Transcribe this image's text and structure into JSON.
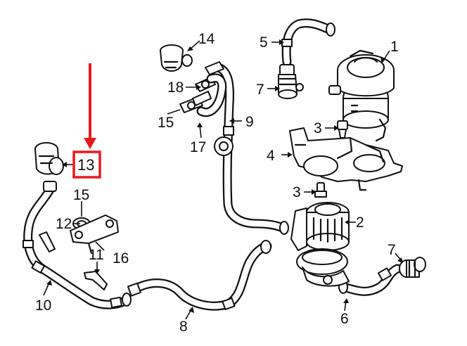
{
  "callouts": {
    "c1": "1",
    "c2": "2",
    "c3a": "3",
    "c3b": "3",
    "c4": "4",
    "c5": "5",
    "c6": "6",
    "c7a": "7",
    "c7b": "7",
    "c8": "8",
    "c9": "9",
    "c10": "10",
    "c11": "11",
    "c12": "12",
    "c13": "13",
    "c14": "14",
    "c15a": "15",
    "c15b": "15",
    "c16": "16",
    "c17": "17",
    "c18": "18"
  },
  "highlight": {
    "color": "#e8191e",
    "target": "13"
  }
}
